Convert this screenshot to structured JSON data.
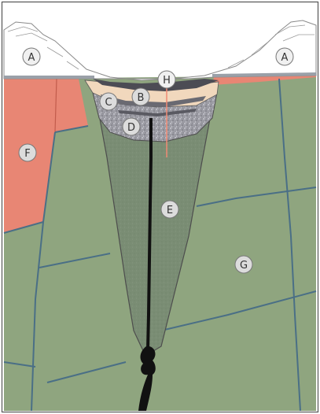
{
  "labels": {
    "A": "A",
    "B": "B",
    "C": "C",
    "D": "D",
    "E": "E",
    "F": "F",
    "G": "G",
    "H": "H"
  },
  "colors": {
    "background": "#ffffff",
    "snow": "#ffffff",
    "rock_base": "#8fa57f",
    "rock_joint": "#4a6f86",
    "rock_pink": "#e88674",
    "rock_pink_dark": "#d56f5e",
    "fill_top": "#4c4c54",
    "fill_tan": "#f1d8bd",
    "fill_mid": "#6a6a72",
    "fill_gravel": "#9c9ca4",
    "fill_main": "#7a8d74",
    "conduit": "#111111",
    "marker_line": "#f08a74",
    "label_circle": "#dcdcdc",
    "label_border": "#777777"
  }
}
